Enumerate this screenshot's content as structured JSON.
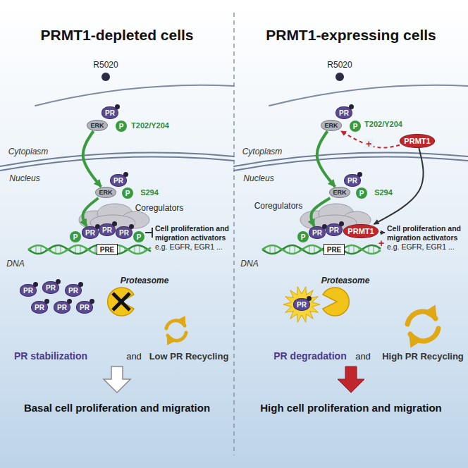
{
  "diagram": {
    "nodes": [
      {
        "text": [
          "PR"
        ]
      },
      {
        "text": [
          "ERK"
        ]
      },
      {
        "text": [
          "P"
        ]
      },
      {
        "text": [
          "PR"
        ]
      },
      {
        "text": [
          "ERK"
        ]
      },
      {
        "text": [
          "P"
        ]
      },
      {
        "text": [
          "PR"
        ]
      },
      {
        "text": [
          "PR"
        ]
      },
      {
        "text": [
          "PR"
        ]
      },
      {
        "text": [
          "P"
        ]
      },
      {
        "text": [
          "P"
        ]
      },
      {
        "text": [
          "PRE"
        ]
      },
      {
        "text": [
          "PR"
        ]
      },
      {
        "text": [
          "PR"
        ]
      },
      {
        "text": [
          "PR"
        ]
      },
      {
        "text": [
          "PR"
        ]
      },
      {
        "text": [
          "PR"
        ]
      },
      {
        "text": [
          "PR"
        ]
      },
      {
        "text": [
          "PR"
        ]
      },
      {
        "text": [
          "ERK"
        ]
      },
      {
        "text": [
          "P"
        ]
      },
      {
        "text": [
          "PRMT1"
        ]
      },
      {
        "text": [
          "PR"
        ]
      },
      {
        "text": [
          "ERK"
        ]
      },
      {
        "text": [
          "P"
        ]
      },
      {
        "text": [
          "PR"
        ]
      },
      {
        "text": [
          "PR"
        ]
      },
      {
        "text": [
          "PRMT1"
        ]
      },
      {
        "text": [
          "P"
        ]
      },
      {
        "text": [
          "PRE"
        ]
      },
      {
        "text": [
          "PR"
        ]
      }
    ],
    "edges": [
      {
        "from": 1,
        "to": 4,
        "arrow": "to"
      },
      {
        "from": 4,
        "to": 6,
        "arrow": "to"
      },
      {
        "from": 19,
        "to": 23,
        "arrow": "to"
      },
      {
        "from": 23,
        "to": 25,
        "arrow": "to"
      },
      {
        "from": 21,
        "to": 19,
        "label": "+",
        "arrow": "to"
      },
      {
        "from": 21,
        "to": 27,
        "arrow": "to"
      }
    ],
    "labels": [
      "PRMT1-depleted cells",
      "PRMT1-expressing cells",
      "R5020",
      "T202/Y204",
      "Cytoplasm",
      "Nucleus",
      "S294",
      "Coregulators",
      "DNA",
      "Cell proliferation and migration activators",
      "e.g. EGFR, EGR1 ...",
      "Proteasome",
      "PR stabilization",
      "and",
      "Low PR Recycling",
      "Basal cell proliferation and migration",
      "R5020",
      "T202/Y204",
      "Cytoplasm",
      "Nucleus",
      "S294",
      "Coregulators",
      "DNA",
      "Cell proliferation and migration activators",
      "e.g. EGFR, EGR1 ...",
      "+",
      "Proteasome",
      "PR degradation",
      "and",
      "High PR Recycling",
      "High cell proliferation and migration"
    ]
  }
}
